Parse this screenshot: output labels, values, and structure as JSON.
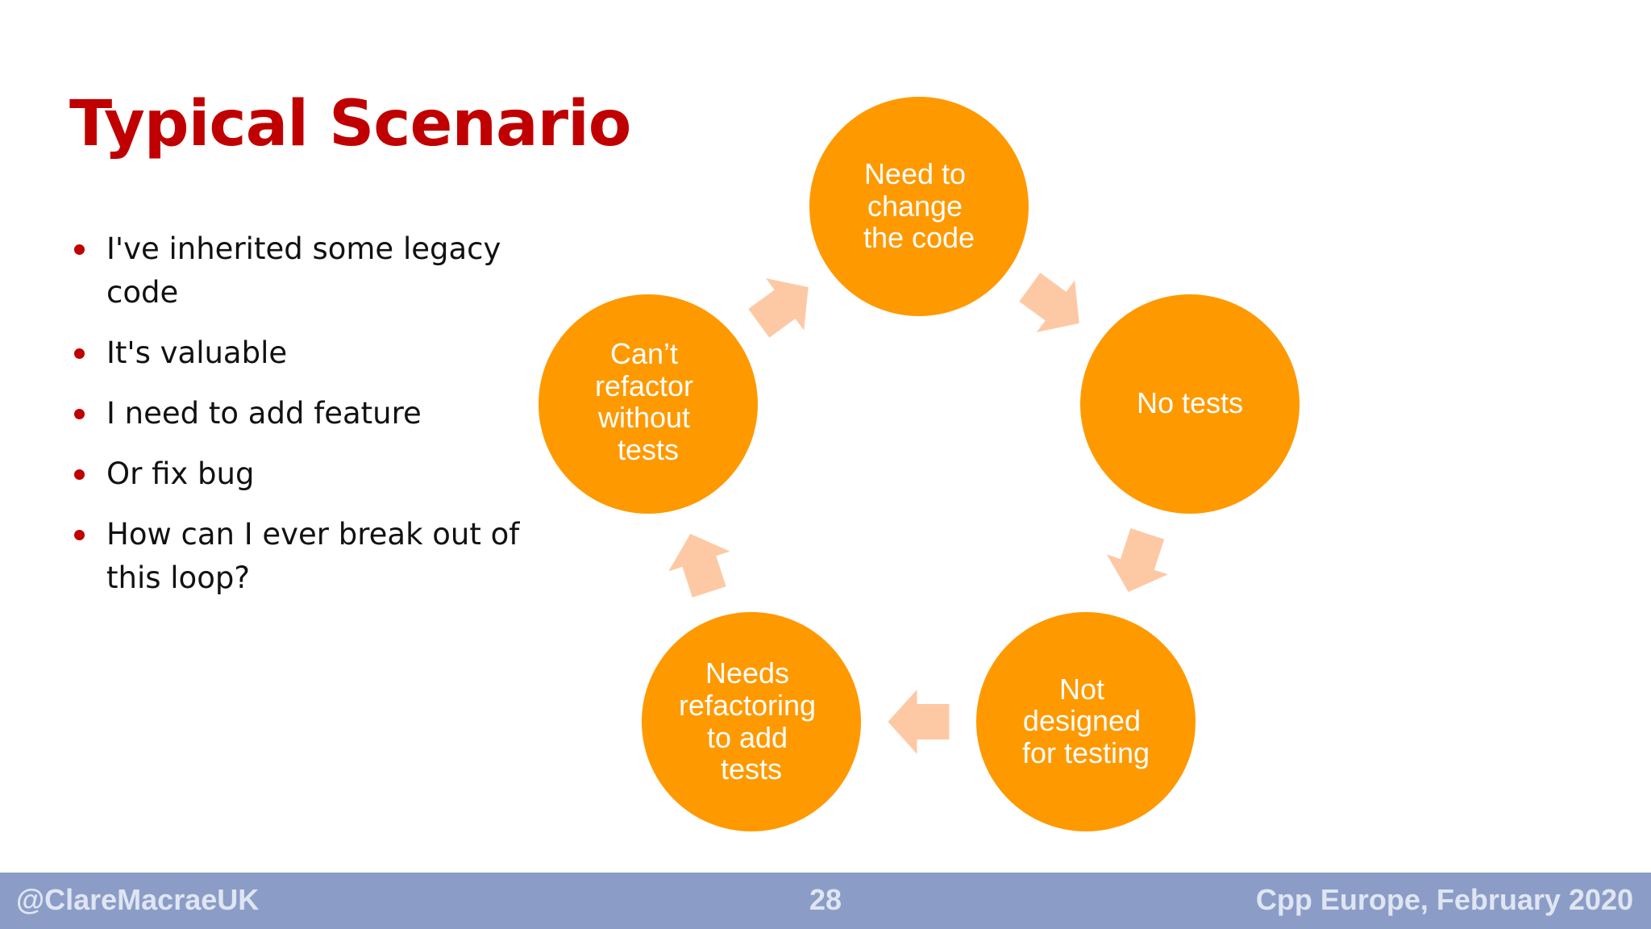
{
  "slide": {
    "title": "Typical Scenario",
    "bullets": [
      "I've inherited some legacy code",
      "It's valuable",
      "I need to add feature",
      "Or fix bug",
      "How can I ever break out of this loop?"
    ]
  },
  "cycle": {
    "nodes": [
      {
        "id": "need-to-change",
        "lines": [
          "Need to",
          "change",
          "the code"
        ]
      },
      {
        "id": "no-tests",
        "lines": [
          "No tests"
        ]
      },
      {
        "id": "not-designed",
        "lines": [
          "Not",
          "designed",
          "for testing"
        ]
      },
      {
        "id": "needs-refactoring",
        "lines": [
          "Needs",
          "refactoring",
          "to add",
          "tests"
        ]
      },
      {
        "id": "cant-refactor",
        "lines": [
          "Can’t",
          "refactor",
          "without",
          "tests"
        ]
      }
    ],
    "colors": {
      "node_fill": "#ff9900",
      "arrow_fill": "#fdc9a5",
      "text": "#ffffff"
    }
  },
  "footer": {
    "handle": "@ClareMacraeUK",
    "page_number": "28",
    "event": "Cpp Europe, February 2020"
  },
  "colors": {
    "title": "#c00000",
    "bullet_dot": "#c00000",
    "footer_bg": "#8b9dc7",
    "footer_text": "#dfe5f2"
  }
}
